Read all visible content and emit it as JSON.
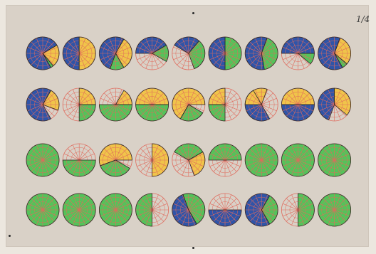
{
  "card": {
    "page_number": "1/4"
  },
  "colors": {
    "blue": "#2f54a8",
    "yellow": "#f0c44a",
    "green": "#54c35a",
    "guides": "#e06a5c",
    "outline": "#2a2a2a",
    "paper": "#d9d1c7"
  },
  "circles": [
    {
      "fills": [
        {
          "color": "blue",
          "from": 150,
          "to": 60
        },
        {
          "color": "yellow",
          "from": 60,
          "to": 140
        },
        {
          "color": "green",
          "from": 140,
          "to": 150
        }
      ]
    },
    {
      "fills": [
        {
          "color": "blue",
          "from": 180,
          "to": 0
        },
        {
          "color": "yellow",
          "from": 0,
          "to": 180
        }
      ]
    },
    {
      "fills": [
        {
          "color": "blue",
          "from": 200,
          "to": 30
        },
        {
          "color": "yellow",
          "from": 30,
          "to": 150
        },
        {
          "color": "green",
          "from": 150,
          "to": 200
        }
      ]
    },
    {
      "fills": [
        {
          "color": "blue",
          "from": 270,
          "to": 60
        },
        {
          "color": "green",
          "from": 60,
          "to": 120
        }
      ]
    },
    {
      "fills": [
        {
          "color": "blue",
          "from": 300,
          "to": 40
        },
        {
          "color": "green",
          "from": 40,
          "to": 160
        }
      ]
    },
    {
      "fills": [
        {
          "color": "blue",
          "from": 180,
          "to": 0
        },
        {
          "color": "green",
          "from": 0,
          "to": 180
        }
      ]
    },
    {
      "fills": [
        {
          "color": "blue",
          "from": 170,
          "to": 20
        },
        {
          "color": "green",
          "from": 20,
          "to": 170
        }
      ]
    },
    {
      "fills": [
        {
          "color": "blue",
          "from": 270,
          "to": 90
        },
        {
          "color": "green",
          "from": 90,
          "to": 130
        }
      ]
    },
    {
      "fills": [
        {
          "color": "blue",
          "from": 150,
          "to": 20
        },
        {
          "color": "yellow",
          "from": 20,
          "to": 130
        },
        {
          "color": "green",
          "from": 130,
          "to": 150
        }
      ]
    },
    {
      "fills": [
        {
          "color": "blue",
          "from": 150,
          "to": 30
        },
        {
          "color": "yellow",
          "from": 30,
          "to": 110
        }
      ]
    },
    {
      "fills": [
        {
          "color": "green",
          "from": 90,
          "to": 180
        },
        {
          "color": "yellow",
          "from": 0,
          "to": 90
        }
      ]
    },
    {
      "fills": [
        {
          "color": "green",
          "from": 90,
          "to": 270
        },
        {
          "color": "yellow",
          "from": 30,
          "to": 90
        }
      ]
    },
    {
      "fills": [
        {
          "color": "green",
          "from": 90,
          "to": 270
        },
        {
          "color": "yellow",
          "from": 270,
          "to": 90
        }
      ]
    },
    {
      "fills": [
        {
          "color": "green",
          "from": 120,
          "to": 210
        },
        {
          "color": "yellow",
          "from": 210,
          "to": 90
        }
      ]
    },
    {
      "fills": [
        {
          "color": "green",
          "from": 180,
          "to": 270
        },
        {
          "color": "yellow",
          "from": 270,
          "to": 0
        }
      ]
    },
    {
      "fills": [
        {
          "color": "blue",
          "from": 150,
          "to": 330
        },
        {
          "color": "yellow",
          "from": 270,
          "to": 20
        }
      ]
    },
    {
      "fills": [
        {
          "color": "blue",
          "from": 90,
          "to": 270
        },
        {
          "color": "yellow",
          "from": 270,
          "to": 90
        }
      ]
    },
    {
      "fills": [
        {
          "color": "blue",
          "from": 200,
          "to": 0
        },
        {
          "color": "yellow",
          "from": 0,
          "to": 130
        }
      ]
    },
    {
      "fills": [
        {
          "color": "green",
          "from": 0,
          "to": 360
        }
      ]
    },
    {
      "fills": [
        {
          "color": "green",
          "from": 90,
          "to": 270
        }
      ]
    },
    {
      "fills": [
        {
          "color": "green",
          "from": 120,
          "to": 250
        },
        {
          "color": "yellow",
          "from": 250,
          "to": 90
        }
      ]
    },
    {
      "fills": [
        {
          "color": "yellow",
          "from": 0,
          "to": 180
        }
      ]
    },
    {
      "fills": [
        {
          "color": "yellow",
          "from": 60,
          "to": 160
        },
        {
          "color": "green",
          "from": 300,
          "to": 60
        }
      ]
    },
    {
      "fills": [
        {
          "color": "green",
          "from": 270,
          "to": 90
        }
      ]
    },
    {
      "fills": [
        {
          "color": "green",
          "from": 0,
          "to": 360
        }
      ]
    },
    {
      "fills": [
        {
          "color": "green",
          "from": 0,
          "to": 360
        }
      ]
    },
    {
      "fills": [
        {
          "color": "green",
          "from": 0,
          "to": 360
        }
      ]
    },
    {
      "fills": [
        {
          "color": "green",
          "from": 0,
          "to": 360
        }
      ]
    },
    {
      "fills": [
        {
          "color": "green",
          "from": 0,
          "to": 360
        }
      ]
    },
    {
      "fills": [
        {
          "color": "green",
          "from": 0,
          "to": 360
        }
      ]
    },
    {
      "fills": [
        {
          "color": "green",
          "from": 180,
          "to": 360
        }
      ]
    },
    {
      "fills": [
        {
          "color": "blue",
          "from": 150,
          "to": 340
        },
        {
          "color": "green",
          "from": 340,
          "to": 150
        }
      ]
    },
    {
      "fills": [
        {
          "color": "blue",
          "from": 90,
          "to": 270
        }
      ]
    },
    {
      "fills": [
        {
          "color": "blue",
          "from": 150,
          "to": 30
        },
        {
          "color": "green",
          "from": 30,
          "to": 150
        }
      ]
    },
    {
      "fills": [
        {
          "color": "green",
          "from": 0,
          "to": 180
        }
      ]
    },
    {
      "fills": [
        {
          "color": "green",
          "from": 0,
          "to": 360
        }
      ]
    }
  ]
}
